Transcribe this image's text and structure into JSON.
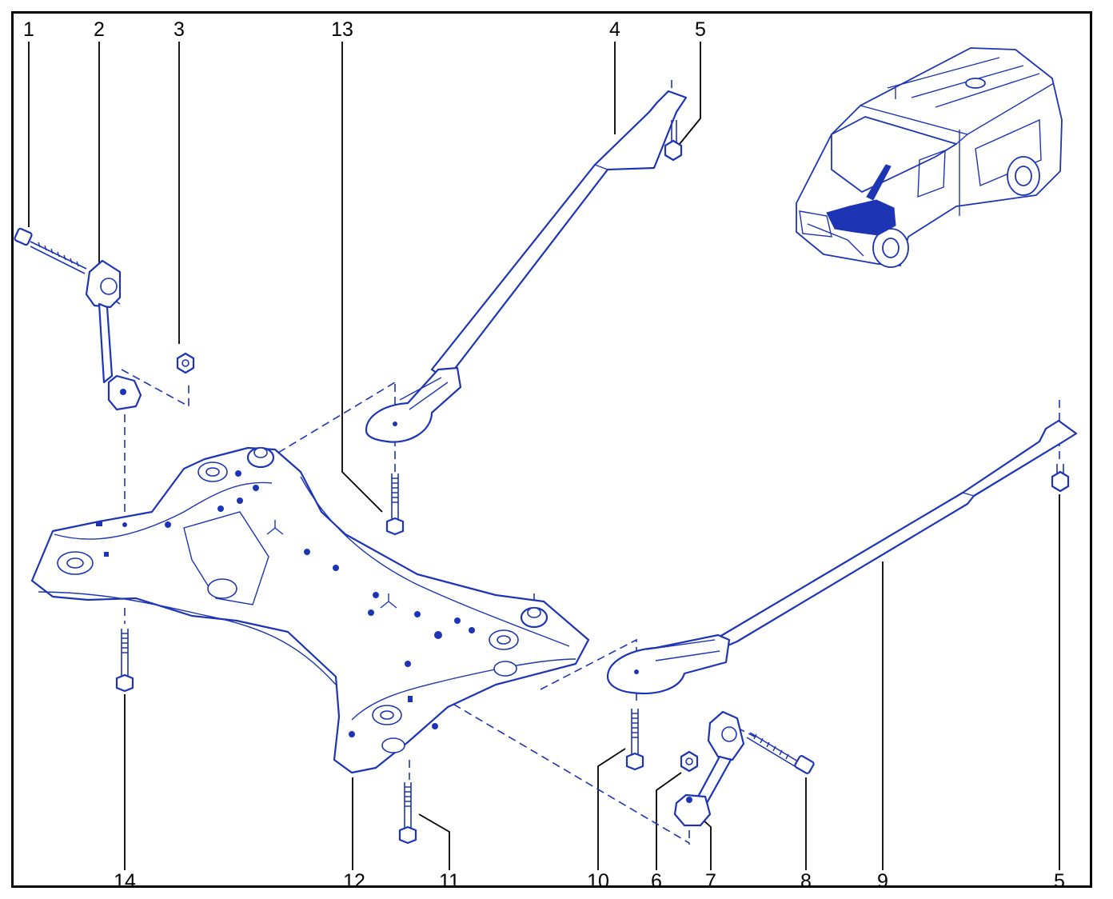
{
  "diagram": {
    "callouts_top": [
      {
        "id": "c1",
        "label": "1"
      },
      {
        "id": "c2",
        "label": "2"
      },
      {
        "id": "c3",
        "label": "3"
      },
      {
        "id": "c13",
        "label": "13"
      },
      {
        "id": "c4",
        "label": "4"
      },
      {
        "id": "c5a",
        "label": "5"
      }
    ],
    "callouts_bottom": [
      {
        "id": "c14",
        "label": "14"
      },
      {
        "id": "c12",
        "label": "12"
      },
      {
        "id": "c11",
        "label": "11"
      },
      {
        "id": "c10",
        "label": "10"
      },
      {
        "id": "c6",
        "label": "6"
      },
      {
        "id": "c7",
        "label": "7"
      },
      {
        "id": "c8",
        "label": "8"
      },
      {
        "id": "c9",
        "label": "9"
      },
      {
        "id": "c5b",
        "label": "5"
      }
    ],
    "colors": {
      "line": "#1d35b5",
      "frame": "#000000",
      "background": "#ffffff"
    }
  }
}
